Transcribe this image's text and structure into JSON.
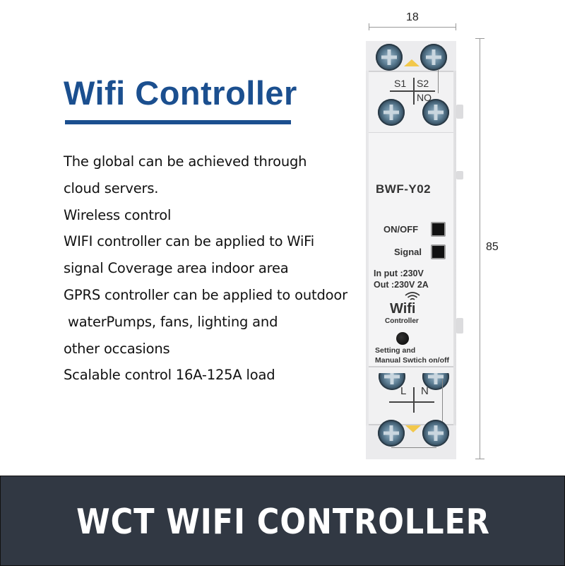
{
  "heading": {
    "title": "Wifi Controller",
    "accent_color": "#1b4f8f"
  },
  "description": {
    "lines": [
      "The global can be achieved through",
      "cloud servers.",
      "Wireless control",
      "WIFI controller can be applied to WiFi",
      "signal Coverage area indoor area",
      "GPRS controller can be applied to outdoor",
      " waterPumps, fans, lighting and",
      "other occasions",
      "Scalable control 16A-125A load"
    ]
  },
  "device": {
    "model": "BWF-Y02",
    "top_terminals": {
      "s1": "S1",
      "s2": "S2",
      "no": "NO"
    },
    "buttons": {
      "on_off": "ON/OFF",
      "signal": "Signal"
    },
    "specs": {
      "input": "In put :230V",
      "output": "Out :230V 2A"
    },
    "wifi_logo": {
      "word": "Wifi",
      "sub": "Controller",
      "icon": "wifi-icon"
    },
    "setting_label": {
      "line1": "Setting and",
      "line2": "Manual Swtich on/off"
    },
    "bottom_terminals": {
      "l": "L",
      "n": "N"
    },
    "indicator_color": "#f2c84b"
  },
  "dimensions": {
    "width": "18",
    "height": "85"
  },
  "banner": {
    "text": "WCT WIFI CONTROLLER",
    "background": "#313843"
  }
}
